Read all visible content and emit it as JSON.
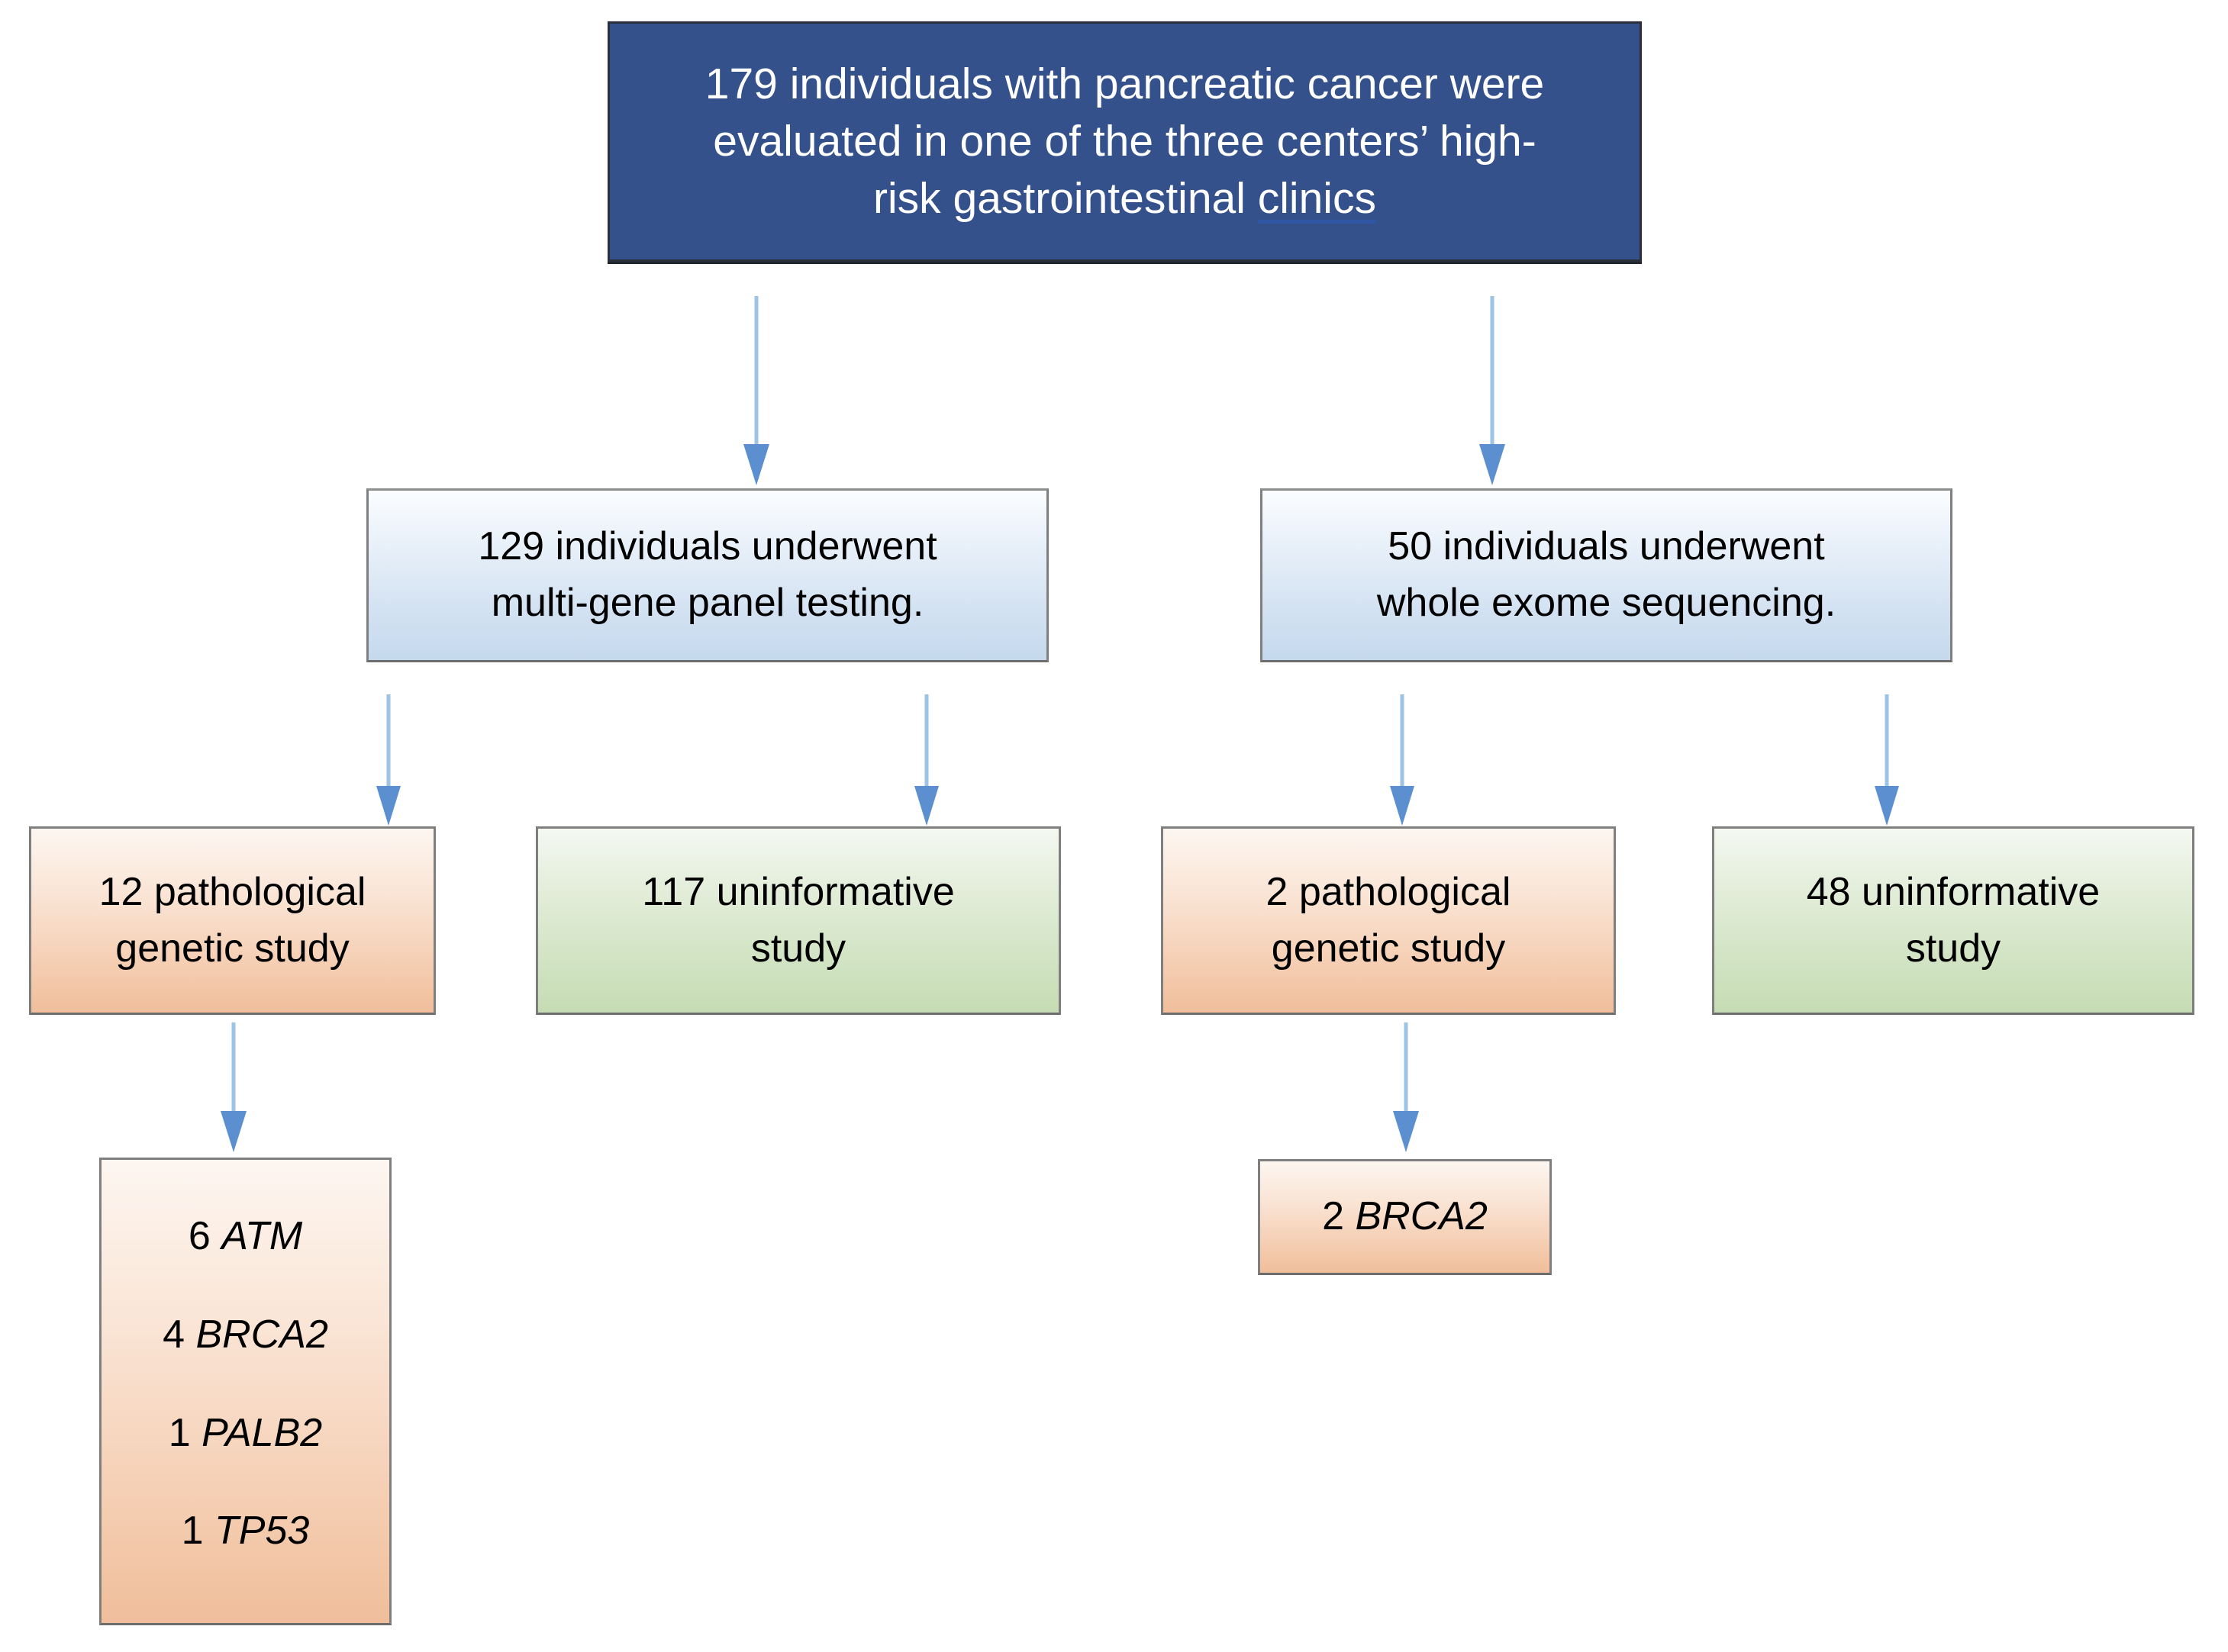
{
  "diagram": {
    "title": "Genetic testing flowchart for pancreatic cancer cohort",
    "colors": {
      "root_fill": "#34518c",
      "root_text": "#ffffff",
      "blue_fill": "#cfe0f1",
      "orange_fill": "#f4cdae",
      "green_fill": "#d3e4c5",
      "arrow_line": "#9dc3e6",
      "arrow_head": "#5b8fd0",
      "box_border": "#7f7f7f"
    },
    "nodes": {
      "root": {
        "line1": "179 individuals with pancreatic cancer were",
        "line2": "evaluated in one of the three centers’ high-",
        "line3_plain": "risk gastrointestinal ",
        "line3_underlined": "clinics"
      },
      "panel_testing": {
        "line1": "129 individuals underwent",
        "line2": "multi-gene panel testing."
      },
      "exome_sequencing": {
        "line1": "50 individuals underwent",
        "line2": "whole exome sequencing."
      },
      "panel_pathological": {
        "line1": "12 pathological",
        "line2": "genetic study"
      },
      "panel_uninformative": {
        "line1": "117 uninformative",
        "line2": "study"
      },
      "exome_pathological": {
        "line1": "2 pathological",
        "line2": "genetic study"
      },
      "exome_uninformative": {
        "line1": "48 uninformative",
        "line2": "study"
      },
      "panel_genes": {
        "rows": [
          {
            "count": "6 ",
            "gene": "ATM"
          },
          {
            "count": "4 ",
            "gene": "BRCA2"
          },
          {
            "count": "1 ",
            "gene": "PALB2"
          },
          {
            "count": "1 ",
            "gene": "TP53"
          }
        ]
      },
      "exome_genes": {
        "count": "2 ",
        "gene": "BRCA2"
      }
    }
  }
}
